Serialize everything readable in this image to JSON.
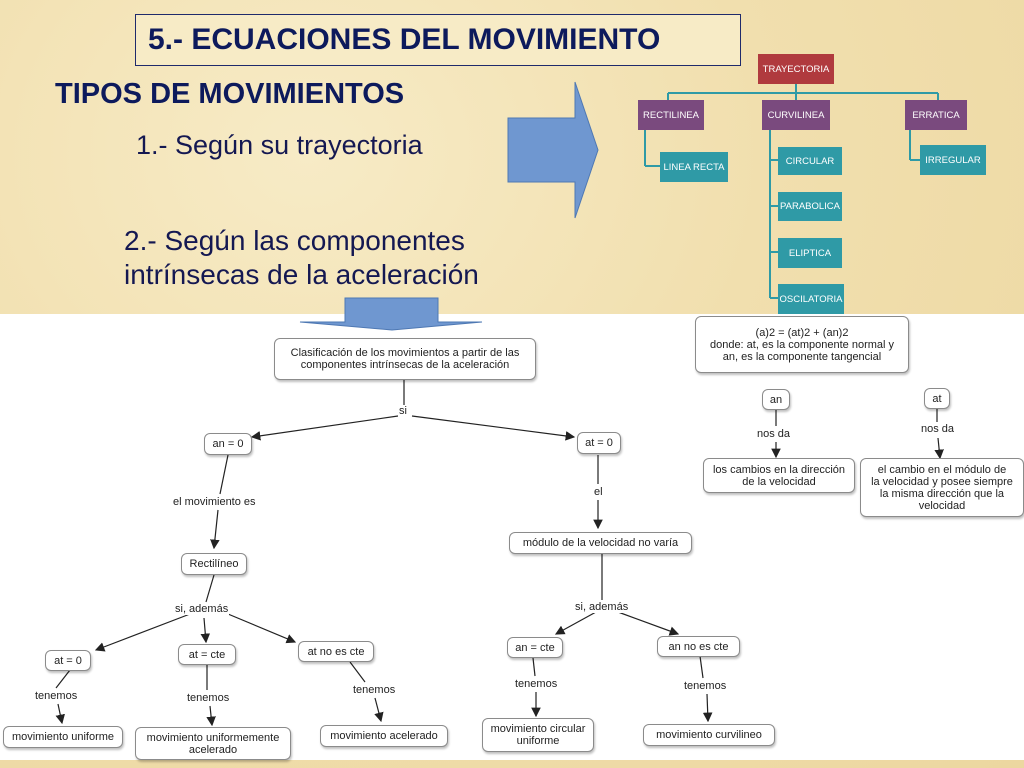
{
  "slide": {
    "title": "5.- ECUACIONES DEL MOVIMIENTO",
    "heading": "TIPOS DE MOVIMIENTOS",
    "item1": "1.- Según su trayectoria",
    "item2_line1": "2.- Según las componentes",
    "item2_line2": "intrínsecas de la aceleración"
  },
  "trajectory_map": {
    "root": "TRAYECTORIA",
    "rectilinea": "RECTILINEA",
    "curvilinea": "CURVILINEA",
    "erratica": "ERRATICA",
    "linea_recta": "LINEA RECTA",
    "circular": "CIRCULAR",
    "parabolica": "PARABOLICA",
    "eliptica": "ELIPTICA",
    "oscilatoria": "OSCILATORIA",
    "irregular": "IRREGULAR"
  },
  "concept_map": {
    "root_line1": "Clasificación de los movimientos a partir de las",
    "root_line2": "componentes intrínsecas de la aceleración",
    "link_si": "si",
    "an0": "an = 0",
    "at0": "at = 0",
    "link_el_movimiento_es": "el movimiento es",
    "link_el": "el",
    "rectilineo": "Rectilíneo",
    "modulo": "módulo de la velocidad no varía",
    "link_si_ademas": "si, además",
    "link_si_ademas_2": "si, además",
    "at0_b": "at = 0",
    "at_cte": "at = cte",
    "at_no_cte": "at no es cte",
    "an_cte": "an = cte",
    "an_no_cte": "an  no es cte",
    "tenemos": "tenemos",
    "mov_uniforme": "movimiento uniforme",
    "mov_unif_acel_1": "movimiento uniformemente",
    "mov_unif_acel_2": "acelerado",
    "mov_acelerado": "movimiento acelerado",
    "mov_circ_1": "movimiento circular",
    "mov_circ_2": "uniforme",
    "mov_curvilineo": "movimiento curvilineo",
    "formula_1": "(a)2 = (at)2 + (an)2",
    "formula_2": "donde: at, es la componente normal y",
    "formula_3": "an, es la componente tangencial",
    "an": "an",
    "at": "at",
    "nos_da": "nos da",
    "an_desc_1": "los cambios en la dirección",
    "an_desc_2": "de la velocidad",
    "at_desc_1": "el cambio en el módulo de",
    "at_desc_2": "la velocidad y posee siempre",
    "at_desc_3": "la misma dirección que la",
    "at_desc_4": "velocidad"
  },
  "colors": {
    "title_text": "#0d1a5c",
    "arrow_fill": "#6f97d0",
    "node_red": "#b03a3e",
    "node_purple": "#7a4a7e",
    "node_teal": "#2f9aa6"
  }
}
